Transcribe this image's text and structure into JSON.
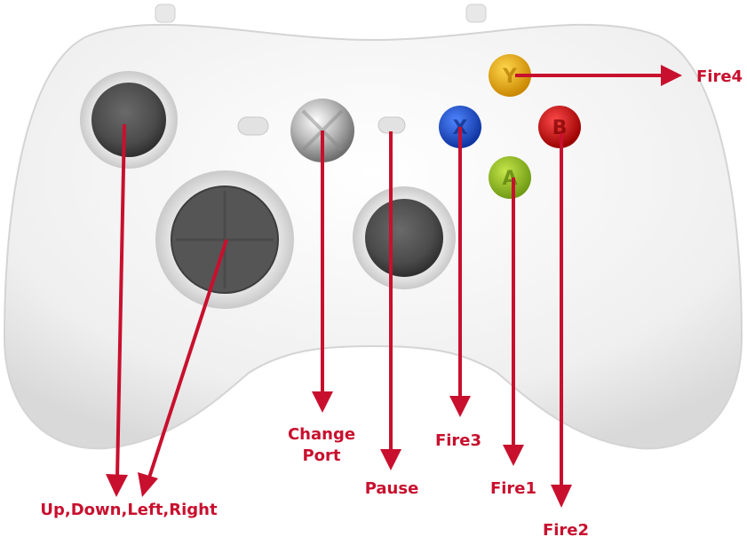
{
  "buttons": {
    "y": {
      "letter": "Y",
      "color": "#e0a000"
    },
    "x": {
      "letter": "X",
      "color": "#1d4fc7"
    },
    "b": {
      "letter": "B",
      "color": "#cc1010"
    },
    "a": {
      "letter": "A",
      "color": "#8db82a"
    }
  },
  "labels": {
    "fire4": "Fire4",
    "fire3": "Fire3",
    "fire2": "Fire2",
    "fire1": "Fire1",
    "pause": "Pause",
    "change_port_line1": "Change",
    "change_port_line2": "Port",
    "directions": "Up,Down,Left,Right"
  },
  "colors": {
    "annotation": "#c8102e",
    "controller_body": "#f4f4f4"
  }
}
